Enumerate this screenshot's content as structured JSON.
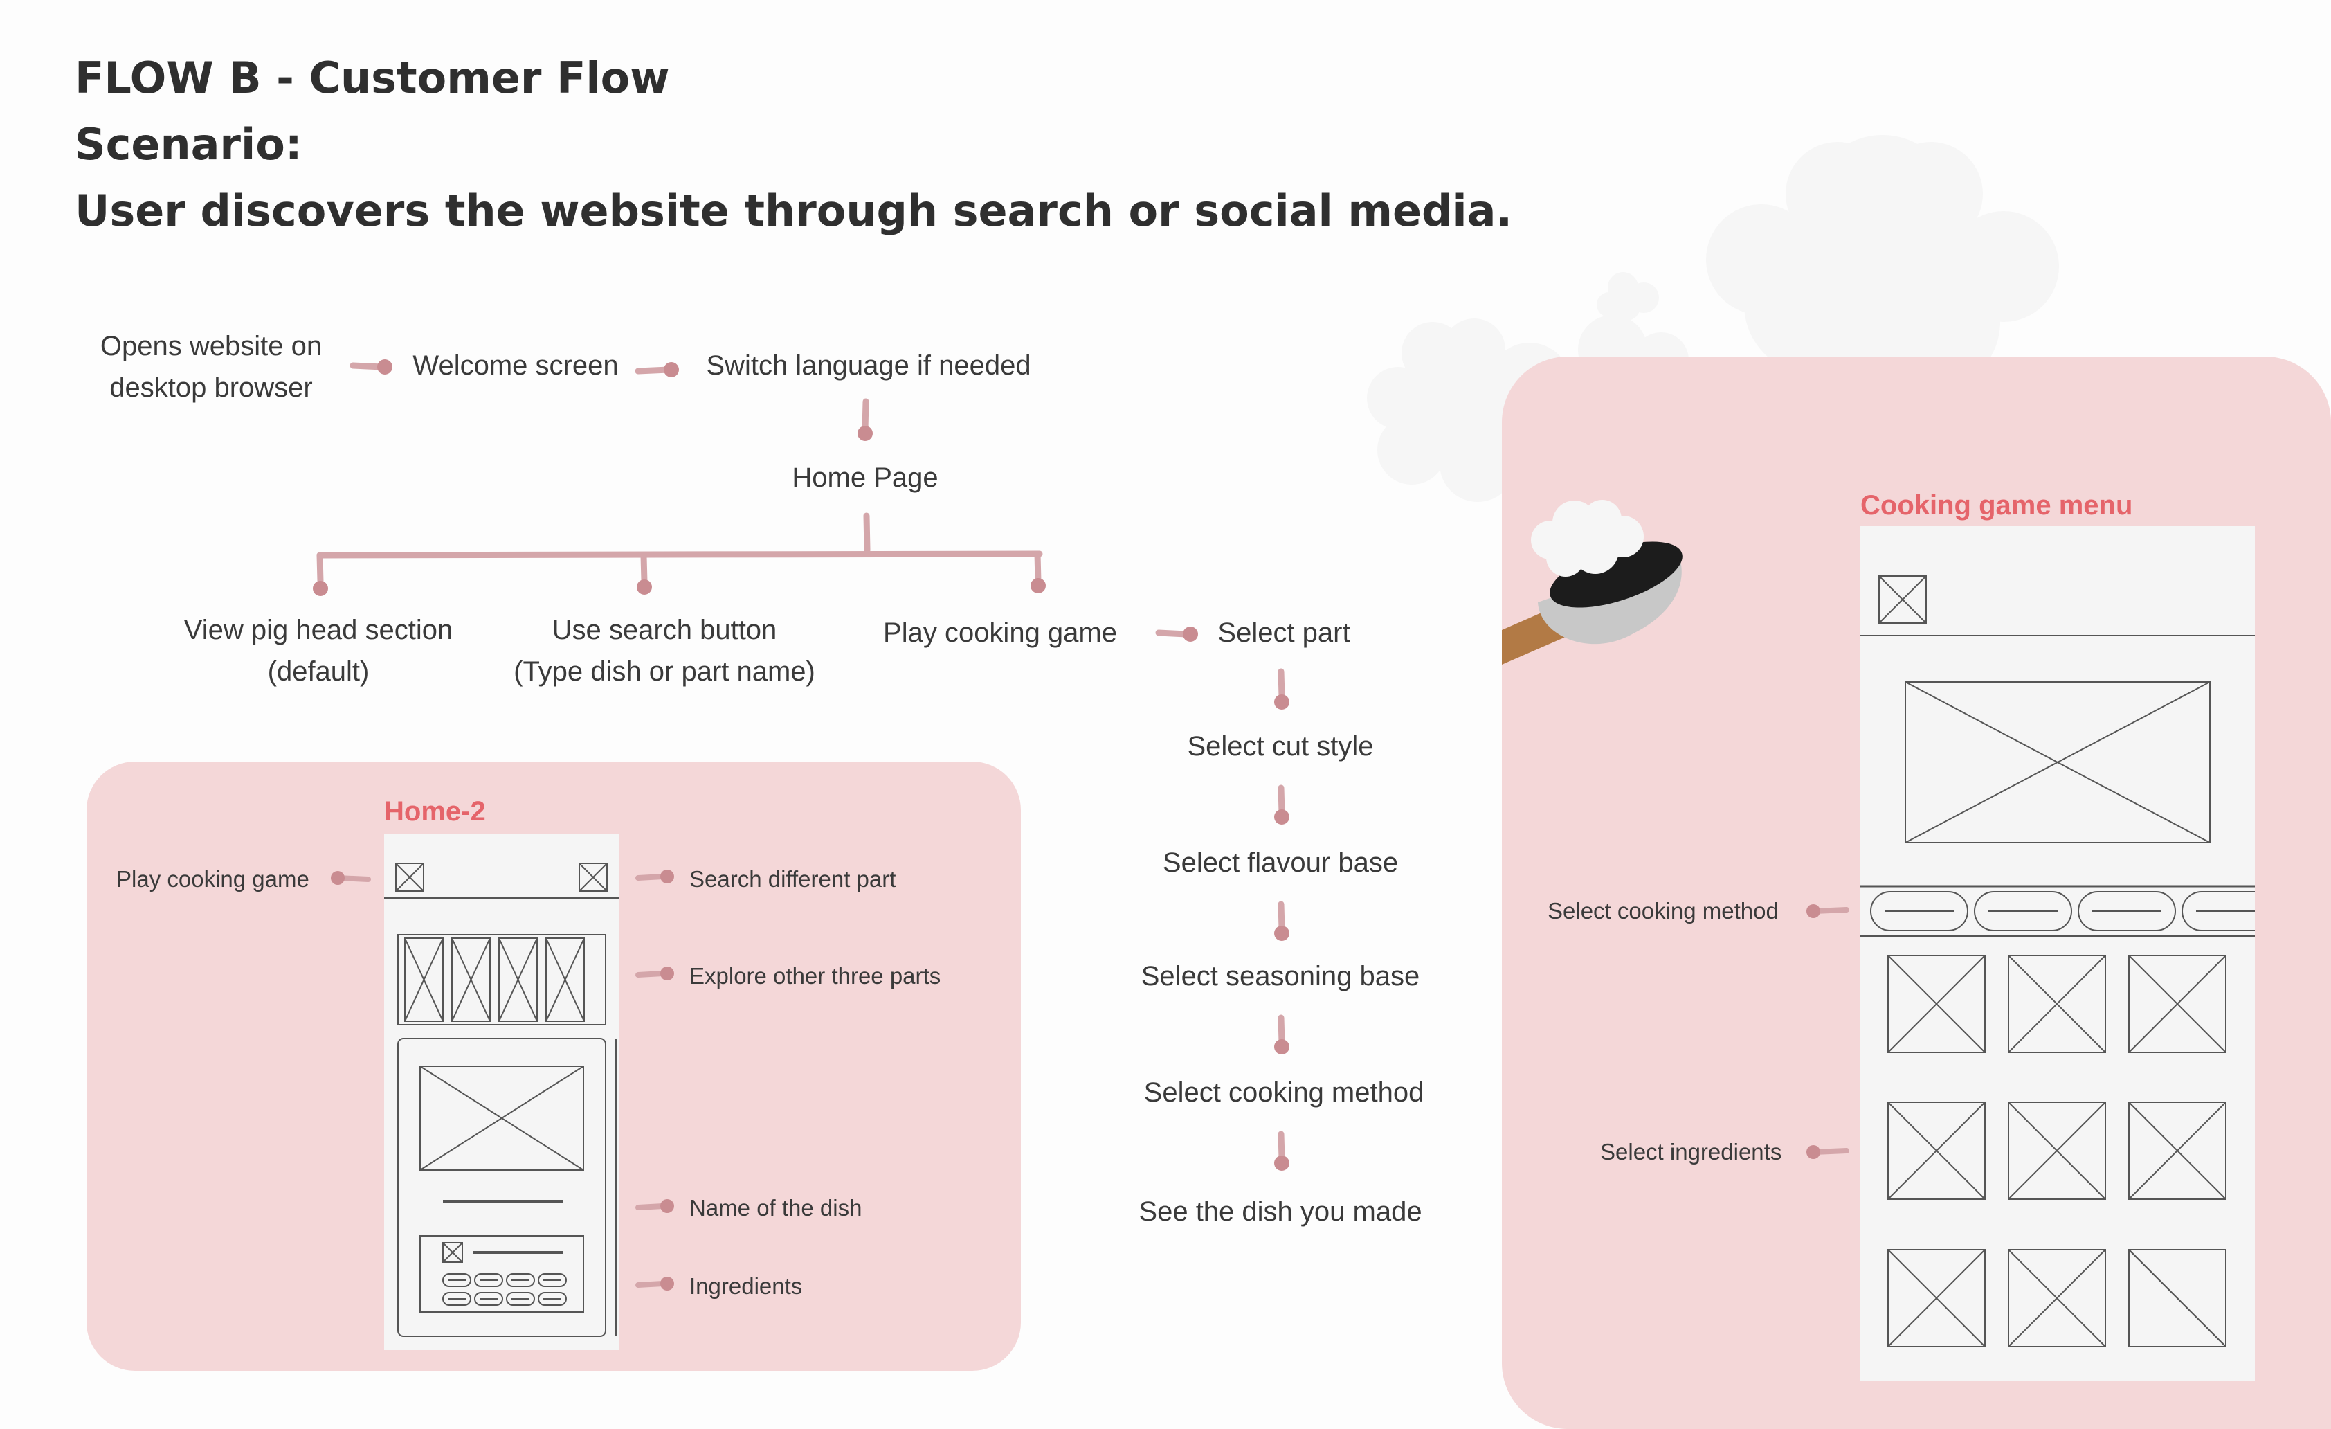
{
  "header": {
    "title": "FLOW B - Customer Flow",
    "scenario_label": "Scenario:",
    "scenario_text": "User discovers the website through search or social media."
  },
  "flow": {
    "opens_website": "Opens website on\ndesktop browser",
    "welcome": "Welcome screen",
    "switch_language": "Switch language if needed",
    "home_page": "Home Page",
    "view_pig_head": "View pig head section\n(default)",
    "use_search": "Use search button\n(Type dish or part name)",
    "play_game": "Play cooking game",
    "select_part": "Select part",
    "select_cut": "Select cut style",
    "select_flavour": "Select flavour base",
    "select_seasoning": "Select seasoning base",
    "select_method": "Select cooking method",
    "see_dish": "See the dish you made"
  },
  "home_panel": {
    "frame_title": "Home-2",
    "play_game": "Play cooking game",
    "search_part": "Search different part",
    "explore_parts": "Explore other three parts",
    "dish_name": "Name of the dish",
    "ingredients": "Ingredients"
  },
  "game_panel": {
    "frame_title": "Cooking game menu",
    "select_method": "Select cooking method",
    "select_ingredients": "Select ingredients"
  },
  "colors": {
    "panel": "#f4d7d8",
    "accent": "#e5646a",
    "connector": "#c98c91",
    "wireframe_bg": "#f5f5f5",
    "text": "#333333"
  }
}
